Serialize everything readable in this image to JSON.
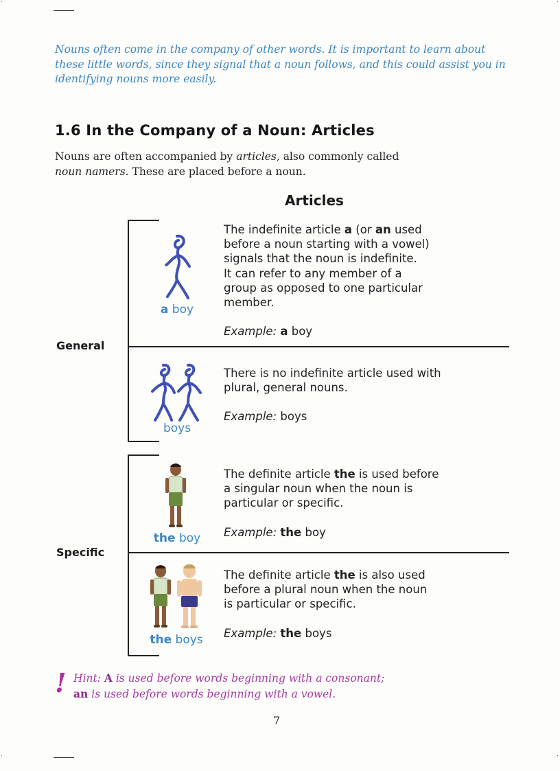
{
  "intro": "Nouns often come in the company of other words. It is important to learn about these little words, since they signal that a noun follows, and this could assist you in identifying nouns more easily.",
  "section": {
    "heading": "1.6  In the Company of a Noun: Articles",
    "body_start": "Nouns are often accompanied by ",
    "body_em1": "articles,",
    "body_mid": " also commonly called ",
    "body_em2": "noun namers.",
    "body_end": " These are placed before a noun."
  },
  "diagram": {
    "title": "Articles",
    "groups": [
      {
        "label": "General"
      },
      {
        "label": "Specific"
      }
    ],
    "rows": [
      {
        "caption_det": "a",
        "caption_noun": " boy",
        "lines": [
          [
            "The indefinite article ",
            "a",
            " (or ",
            "an",
            " used"
          ],
          [
            "before a noun starting with a vowel)"
          ],
          [
            "signals that the noun is indefinite."
          ],
          [
            "It can refer to any member of a"
          ],
          [
            "group as opposed to one particular"
          ],
          [
            "member."
          ]
        ],
        "example_label": "Example:",
        "example_det": "a",
        "example_noun": " boy"
      },
      {
        "caption_det": "",
        "caption_noun": "boys",
        "lines": [
          [
            "There is no indefinite article used with"
          ],
          [
            "plural, general nouns."
          ]
        ],
        "example_label": "Example:",
        "example_det": "",
        "example_noun": " boys"
      },
      {
        "caption_det": "the",
        "caption_noun": " boy",
        "lines": [
          [
            "The definite article ",
            "the",
            " is used before"
          ],
          [
            "a singular noun when the noun is"
          ],
          [
            "particular or specific."
          ]
        ],
        "example_label": "Example:",
        "example_det": "the",
        "example_noun": " boy"
      },
      {
        "caption_det": "the",
        "caption_noun": " boys",
        "lines": [
          [
            "The definite article ",
            "the",
            " is also used"
          ],
          [
            "before a plural noun when the noun"
          ],
          [
            "is particular or specific."
          ]
        ],
        "example_label": "Example:",
        "example_det": "the",
        "example_noun": " boys"
      }
    ]
  },
  "hint": {
    "mark": "!",
    "label": "Hint:",
    "a_word": "A",
    "a_rest": " is used before words beginning with a consonant;",
    "an_word": "an",
    "an_rest": " is used before words beginning with a vowel."
  },
  "page_number": "7",
  "colors": {
    "accent_blue": "#3a86c2",
    "figure_blue": "#3f51b5",
    "hint_purple": "#a33aa0"
  },
  "icons": [
    "stick-figure-icon",
    "two-stick-figures-icon",
    "boy-illustration",
    "two-boys-illustration",
    "exclamation-icon"
  ]
}
